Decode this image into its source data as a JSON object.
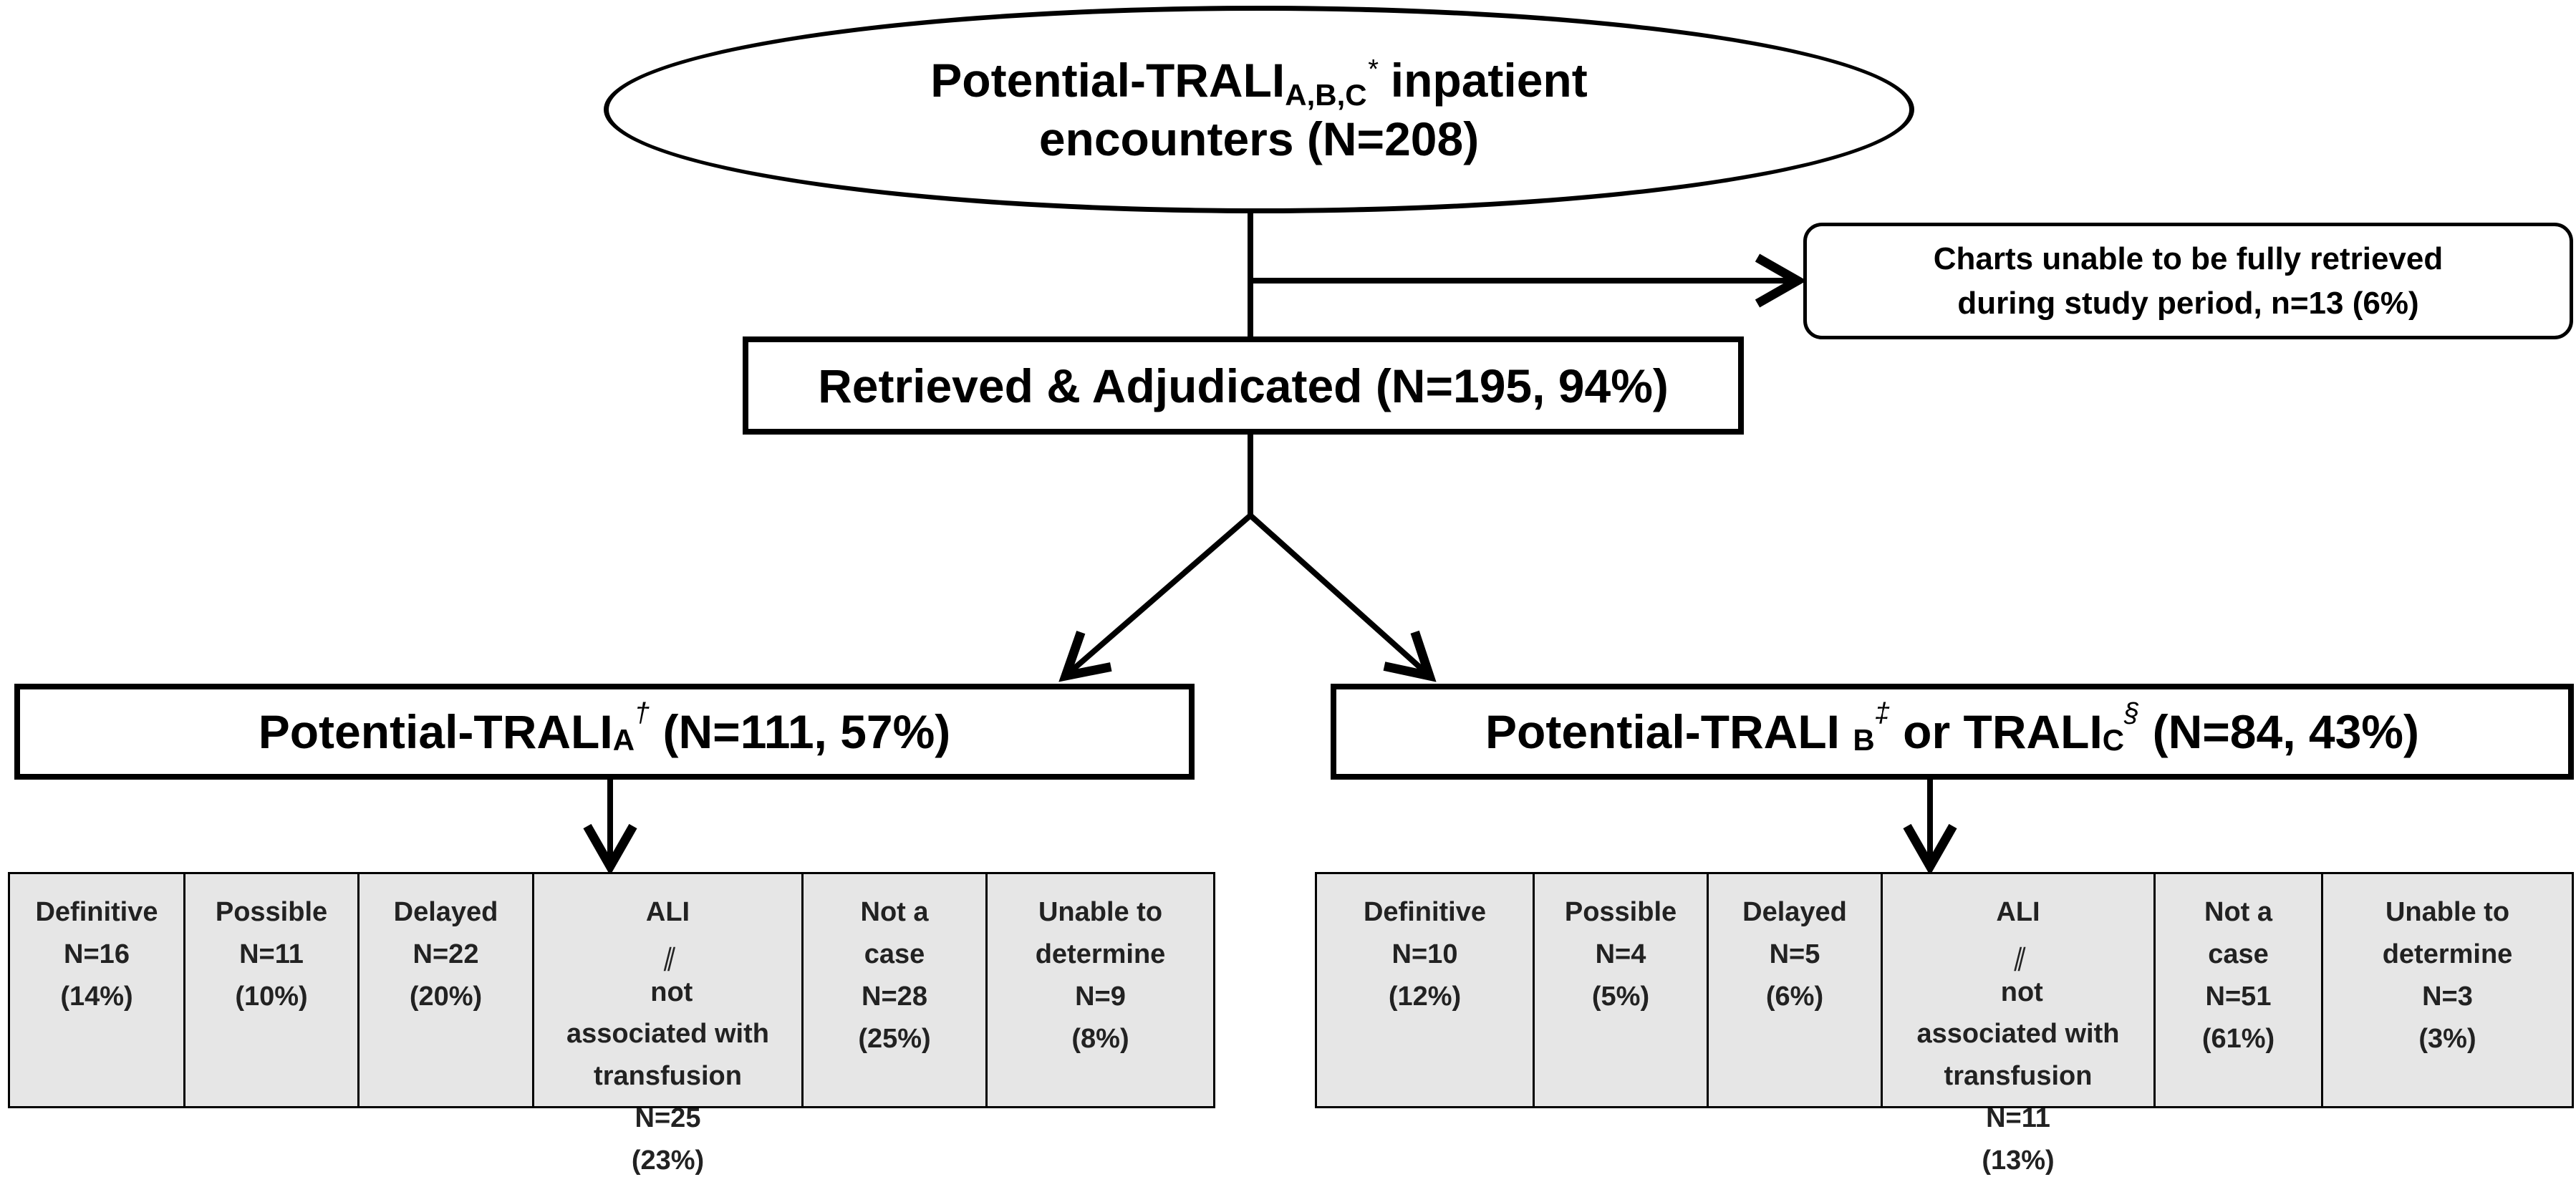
{
  "top": {
    "line1_prefix": "Potential-TRALI",
    "line1_sub": "A,B,C",
    "line1_sup": "*",
    "line1_suffix": " inpatient",
    "line2": "encounters (N=208)"
  },
  "excluded": {
    "line1": "Charts unable to be fully retrieved",
    "line2": "during study period, n=13 (6%)"
  },
  "retrieved": {
    "label": "Retrieved & Adjudicated (N=195, 94%)"
  },
  "group_a": {
    "title_prefix": "Potential-TRALI",
    "title_sub": "A",
    "title_sup": "†",
    "title_suffix": " (N=111, 57%)",
    "cells": [
      {
        "l1": "Definitive",
        "l2": "N=16",
        "l3": "(14%)"
      },
      {
        "l1": "Possible",
        "l2": "N=11",
        "l3": "(10%)"
      },
      {
        "l1": "Delayed",
        "l2": "N=22",
        "l3": "(20%)"
      },
      {
        "l1": "ALI",
        "l1_sub": "∥",
        "l1_suffix": " not",
        "l2": "associated with",
        "l3": "transfusion",
        "l4": "N=25",
        "l5": "(23%)"
      },
      {
        "l1": "Not a",
        "l2": "case",
        "l3": "N=28",
        "l4": "(25%)"
      },
      {
        "l1": "Unable to",
        "l2": "determine",
        "l3": "N=9",
        "l4": "(8%)"
      }
    ]
  },
  "group_b": {
    "title_prefix": "Potential-TRALI ",
    "title_sub1": "B",
    "title_sup1": "‡",
    "title_mid": " or TRALI",
    "title_sub2": "C",
    "title_sup2": "§",
    "title_suffix": " (N=84, 43%)",
    "cells": [
      {
        "l1": "Definitive",
        "l2": "N=10",
        "l3": "(12%)"
      },
      {
        "l1": "Possible",
        "l2": "N=4",
        "l3": "(5%)"
      },
      {
        "l1": "Delayed",
        "l2": "N=5",
        "l3": "(6%)"
      },
      {
        "l1": "ALI",
        "l1_sub": "∥",
        "l1_suffix": " not",
        "l2": "associated with",
        "l3": "transfusion",
        "l4": "N=11",
        "l5": "(13%)"
      },
      {
        "l1": "Not a",
        "l2": "case",
        "l3": "N=51",
        "l4": "(61%)"
      },
      {
        "l1": "Unable to",
        "l2": "determine",
        "l3": "N=3",
        "l4": "(3%)"
      }
    ]
  }
}
